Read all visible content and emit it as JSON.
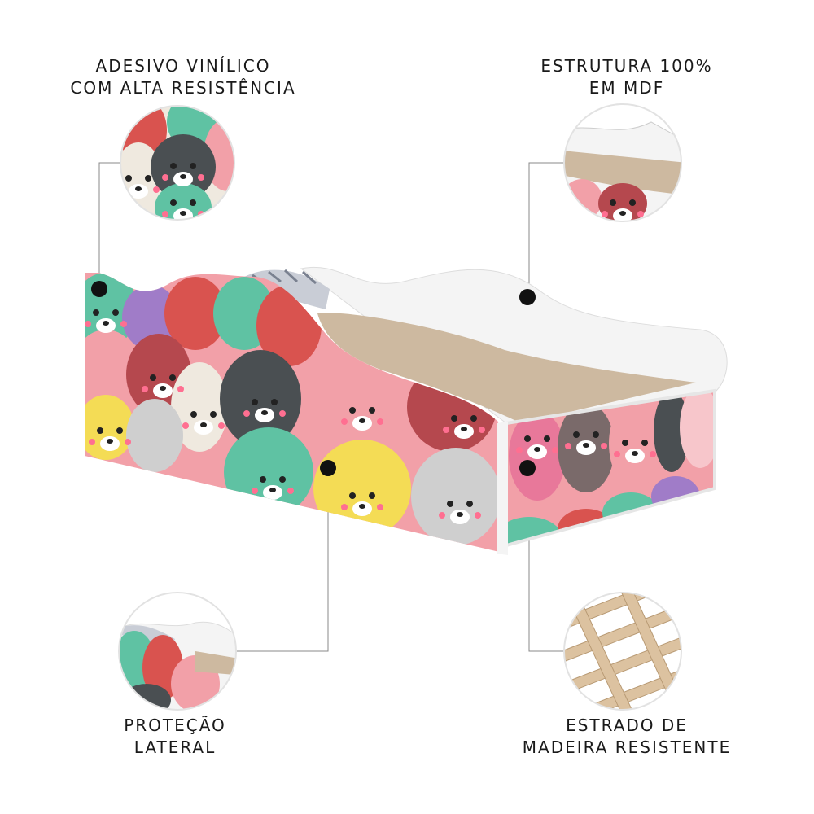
{
  "callouts": {
    "adesivo": {
      "line1": "ADESIVO VINÍLICO",
      "line2": "COM ALTA RESISTÊNCIA"
    },
    "estrutura": {
      "line1": "ESTRUTURA 100%",
      "line2": "EM MDF"
    },
    "protecao": {
      "line1": "PROTEÇÃO",
      "line2": "LATERAL"
    },
    "estrado": {
      "line1": "ESTRADO DE",
      "line2": "MADEIRA RESISTENTE"
    }
  },
  "colors": {
    "mattress": "#cdb9a0",
    "frame": "#f4f4f4",
    "wood": "#dcc2a0",
    "bear_pink": "#f2a0a8",
    "bear_red": "#d9534f",
    "bear_green": "#5fc2a3",
    "bear_dark": "#4a4f52",
    "bear_yellow": "#f4dc55",
    "bear_grey": "#cfcfcf",
    "bear_cream": "#efe9df",
    "bear_purple": "#a07cc8"
  }
}
